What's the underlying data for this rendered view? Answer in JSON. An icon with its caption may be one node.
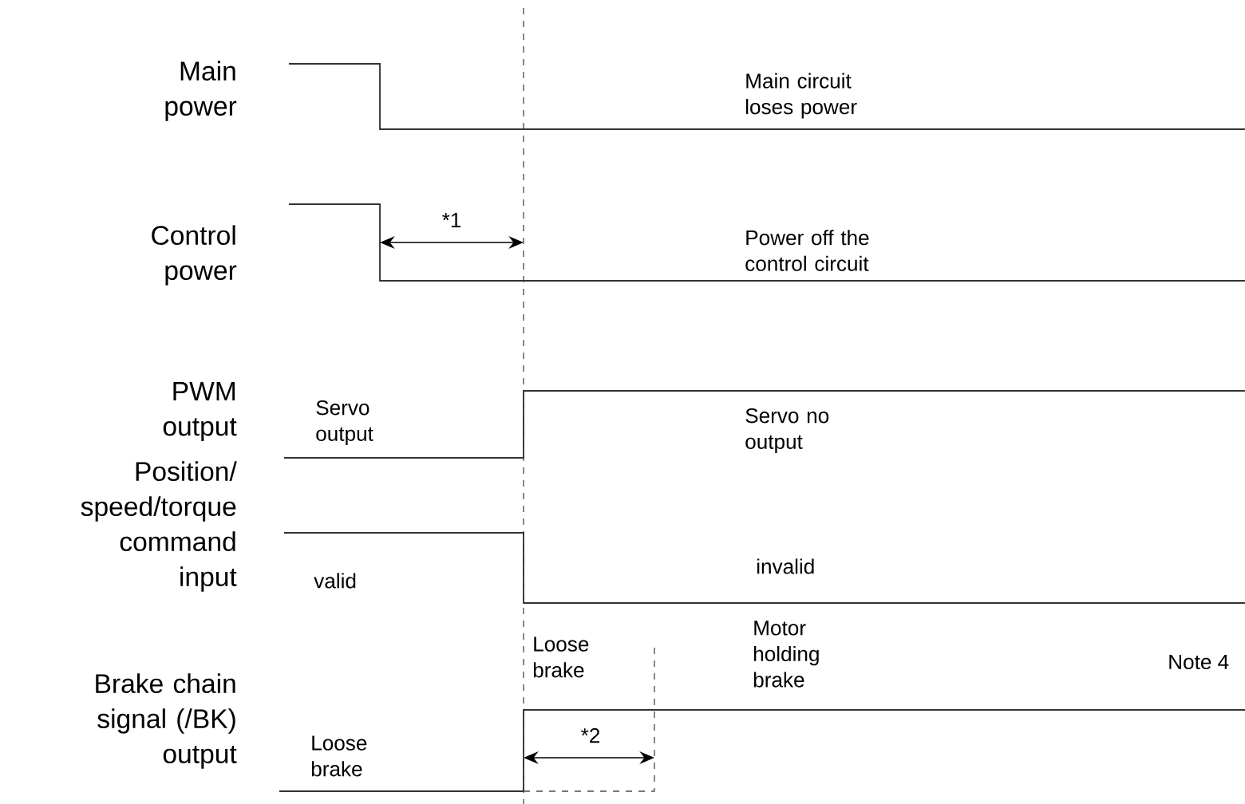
{
  "diagram": {
    "labels": [
      "Main power",
      "Main circuit loses power",
      "Control power",
      "*1",
      "Power off the control circuit",
      "PWM output",
      "Servo output",
      "Servo no output",
      "Position/ speed/torque command input",
      "valid",
      "invalid",
      "Loose brake",
      "Motor holding brake",
      "Note 4",
      "Brake chain signal (/BK) output",
      "*2",
      "Loose brake"
    ]
  }
}
